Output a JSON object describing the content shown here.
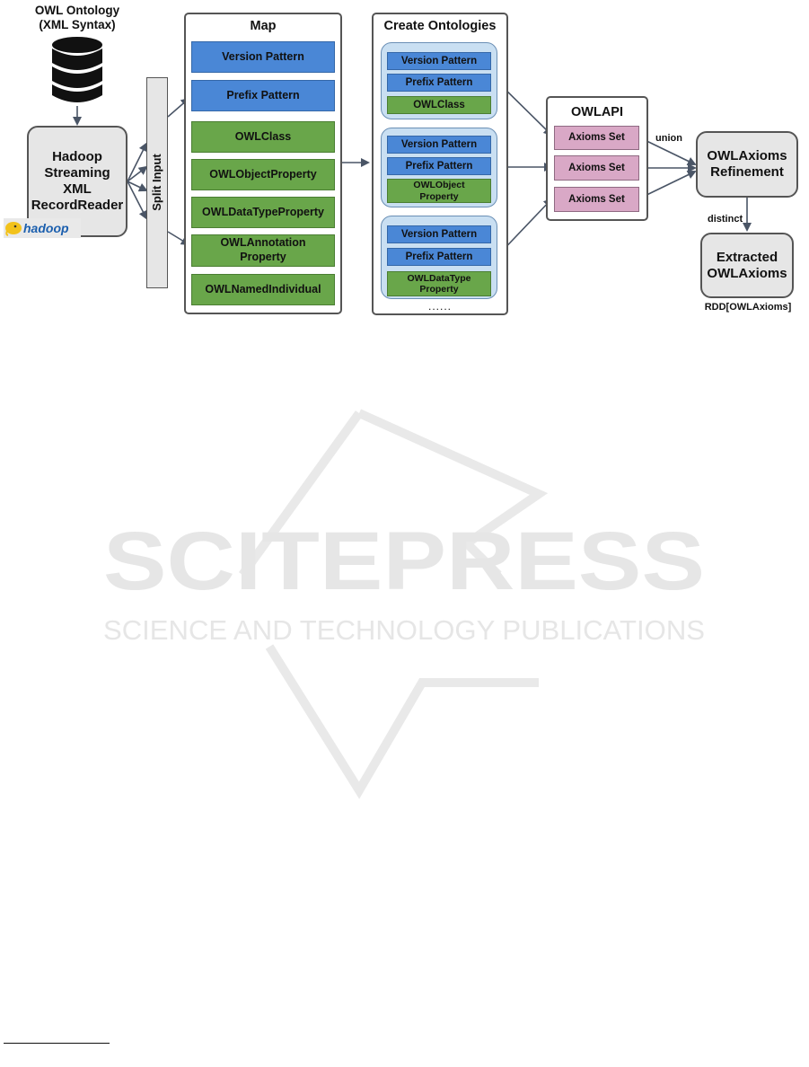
{
  "source": {
    "title": "OWL Ontology\n(XML Syntax)"
  },
  "reader": {
    "label": "Hadoop\nStreaming\nXML\nRecordReader",
    "logo": "hadoop"
  },
  "split": {
    "label": "Split Input"
  },
  "map": {
    "title": "Map",
    "items": [
      {
        "label": "Version Pattern",
        "color": "blue"
      },
      {
        "label": "Prefix Pattern",
        "color": "blue"
      },
      {
        "label": "OWLClass",
        "color": "green"
      },
      {
        "label": "OWLObjectProperty",
        "color": "green"
      },
      {
        "label": "OWLDataTypeProperty",
        "color": "green"
      },
      {
        "label": "OWLAnnotation\nProperty",
        "color": "green"
      },
      {
        "label": "OWLNamedIndividual",
        "color": "green"
      }
    ]
  },
  "create": {
    "title": "Create Ontologies",
    "groups": [
      {
        "items": [
          "Version Pattern",
          "Prefix Pattern",
          "OWLClass"
        ]
      },
      {
        "items": [
          "Version Pattern",
          "Prefix Pattern",
          "OWLObject\nProperty"
        ]
      },
      {
        "items": [
          "Version Pattern",
          "Prefix Pattern",
          "OWLDataType\nProperty"
        ]
      }
    ],
    "more": "......"
  },
  "owlapi": {
    "title": "OWLAPI",
    "items": [
      "Axioms Set",
      "Axioms Set",
      "Axioms Set"
    ]
  },
  "refinement": {
    "label": "OWLAxioms\nRefinement",
    "edge_in": "union"
  },
  "extracted": {
    "label": "Extracted\nOWLAxioms",
    "edge_in": "distinct",
    "caption": "RDD[OWLAxioms]"
  },
  "watermark": {
    "line1": "SCITEPRESS",
    "line2": "SCIENCE AND TECHNOLOGY PUBLICATIONS"
  },
  "colors": {
    "blue": "#4a87d6",
    "green": "#69a64a",
    "pink": "#d9a8c6",
    "group": "#c9dff2",
    "grey": "#e6e6e6",
    "arrow": "#4a5566"
  }
}
